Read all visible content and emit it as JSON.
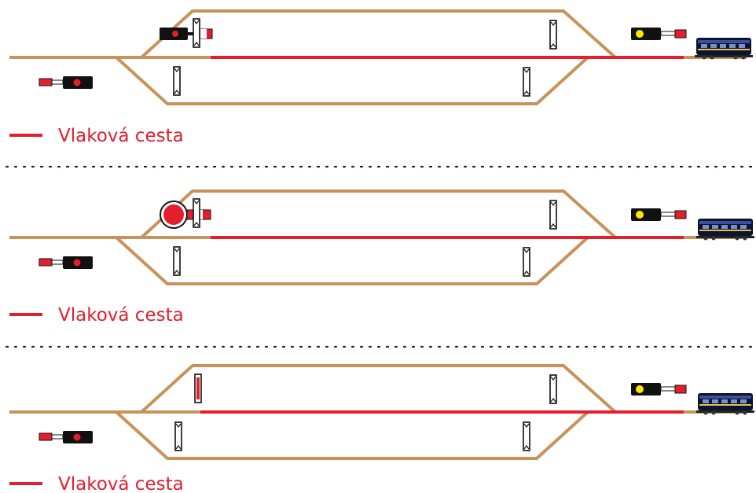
{
  "legend": {
    "label": "Vlaková cesta",
    "color": "#e31e2d"
  },
  "colors": {
    "track": "#c8935a",
    "route": "#e31e2d",
    "signal_red": "#e31e2d",
    "signal_yellow": "#ffe600",
    "signal_body": "#111111"
  },
  "panels": [
    {
      "id": "1",
      "entry_signal_aspect": "red",
      "entry_signal_style": "box",
      "shunt_signal_lit": false
    },
    {
      "id": "2",
      "entry_signal_aspect": "red",
      "entry_signal_style": "large-disc",
      "shunt_signal_lit": false
    },
    {
      "id": "3",
      "entry_signal_aspect": "none",
      "entry_signal_style": "shunt-only",
      "shunt_signal_lit": true
    }
  ]
}
